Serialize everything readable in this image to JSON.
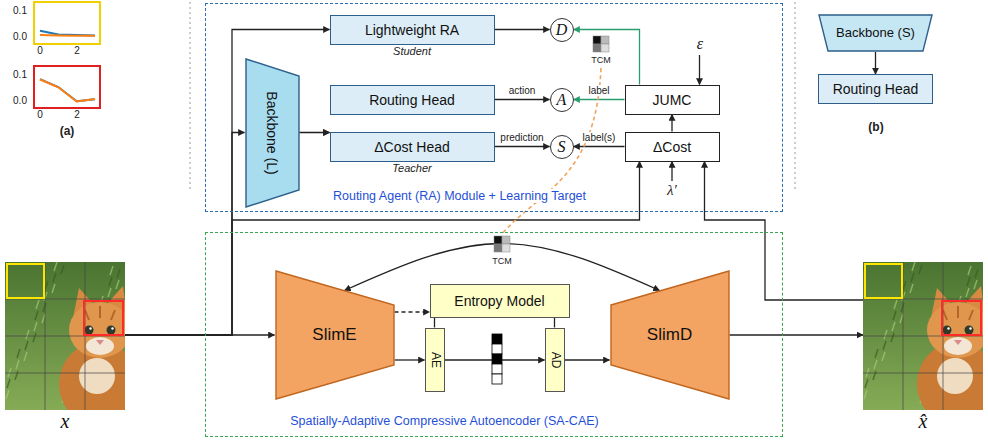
{
  "diagram": {
    "nodes": [
      {
        "text": [
          "Routing Agent (RA) Module + Learning Target"
        ]
      },
      {
        "text": [
          "Lightweight RA",
          "Student"
        ],
        "in": 0
      },
      {
        "text": [
          "Backbone (L)"
        ],
        "in": 0
      },
      {
        "text": [
          "Routing Head"
        ],
        "in": 0
      },
      {
        "text": [
          "ΔCost Head",
          "Teacher"
        ],
        "in": 0
      },
      {
        "text": [
          "D"
        ],
        "in": 0
      },
      {
        "text": [
          "A"
        ],
        "in": 0
      },
      {
        "text": [
          "S"
        ],
        "in": 0
      },
      {
        "text": [
          "JUMC"
        ],
        "in": 0
      },
      {
        "text": [
          "ΔCost"
        ],
        "in": 0
      },
      {
        "text": [
          "Backbone (S)"
        ]
      },
      {
        "text": [
          "Routing Head"
        ]
      },
      {
        "text": [
          "x"
        ]
      },
      {
        "text": [
          "Spatially-Adaptive Compressive Autoencoder (SA-CAE)"
        ]
      },
      {
        "text": [
          "SlimE"
        ],
        "in": 13
      },
      {
        "text": [
          "Entropy Model"
        ],
        "in": 13
      },
      {
        "text": [
          "AE"
        ],
        "in": 13
      },
      {
        "text": [
          "AD"
        ],
        "in": 13
      },
      {
        "text": [
          "SlimD"
        ],
        "in": 13
      },
      {
        "text": [
          "x̂"
        ]
      }
    ],
    "edges": [
      {
        "from": 12,
        "to": 1,
        "arrow": "to"
      },
      {
        "from": 12,
        "to": 2,
        "arrow": "to"
      },
      {
        "from": 12,
        "to": 14,
        "arrow": "to"
      },
      {
        "from": 12,
        "to": 9,
        "arrow": "to"
      },
      {
        "from": 2,
        "to": 3,
        "arrow": "to"
      },
      {
        "from": 2,
        "to": 4,
        "arrow": "to"
      },
      {
        "from": 1,
        "to": 5,
        "arrow": "to"
      },
      {
        "from": 3,
        "to": 6,
        "arrow": "to",
        "label": "action"
      },
      {
        "from": 4,
        "to": 7,
        "arrow": "to",
        "label": "prediction"
      },
      {
        "from": 8,
        "to": 6,
        "arrow": "to",
        "label": "label"
      },
      {
        "from": 8,
        "to": 5,
        "arrow": "to"
      },
      {
        "from": 9,
        "to": 7,
        "arrow": "to",
        "label": "label(s)"
      },
      {
        "from": 9,
        "to": 8,
        "arrow": "to"
      },
      {
        "from": 19,
        "to": 9,
        "arrow": "to"
      },
      {
        "from": 10,
        "to": 11,
        "arrow": "to"
      },
      {
        "from": 14,
        "to": 15,
        "arrow": "to"
      },
      {
        "from": 14,
        "to": 16,
        "arrow": "to"
      },
      {
        "from": 16,
        "to": 17,
        "arrow": "to"
      },
      {
        "from": 15,
        "to": 16,
        "arrow": "none"
      },
      {
        "from": 15,
        "to": 17,
        "arrow": "none"
      },
      {
        "from": 17,
        "to": 18,
        "arrow": "to"
      },
      {
        "from": 14,
        "to": 18,
        "arrow": "both"
      },
      {
        "from": 18,
        "to": 19,
        "arrow": "to"
      }
    ],
    "labels": [
      "0.1",
      "0.0",
      "0",
      "2",
      "0.1",
      "0.0",
      "0",
      "2",
      "(a)",
      "TCM",
      "TCM",
      "ε",
      "λ′",
      "(b)"
    ]
  }
}
